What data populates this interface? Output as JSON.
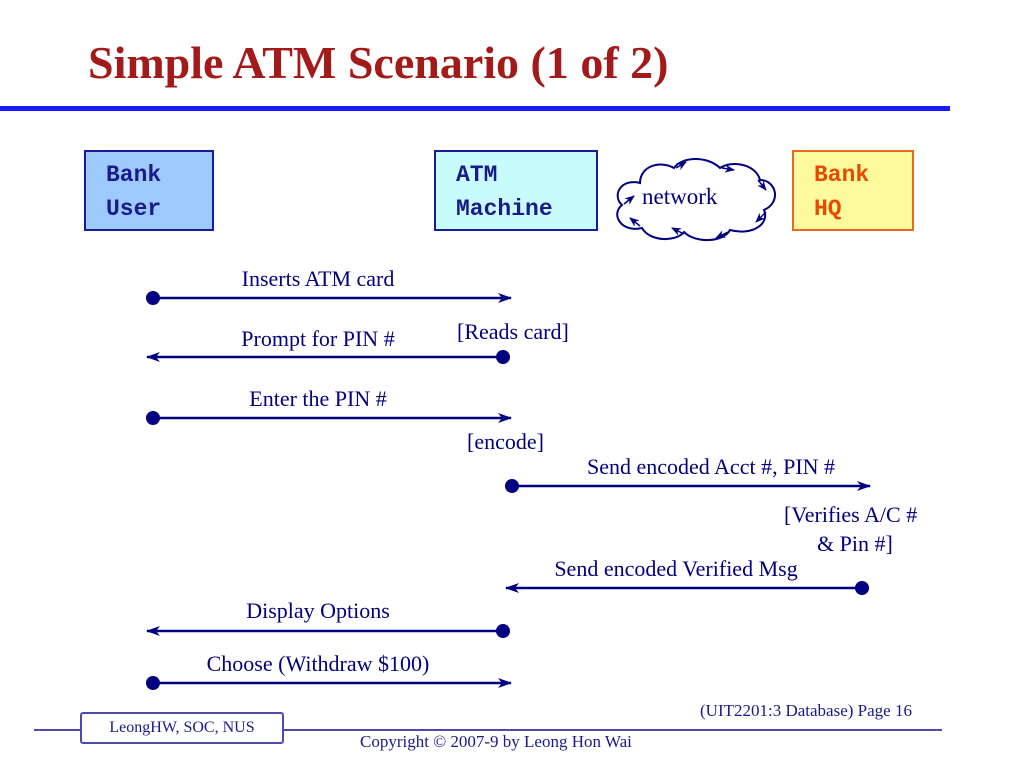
{
  "slide": {
    "title": "Simple ATM Scenario (1 of 2)"
  },
  "actors": {
    "bank_user": "Bank\nUser",
    "atm_machine": "ATM\nMachine",
    "network": "network",
    "bank_hq": "Bank\nHQ"
  },
  "messages": {
    "m1": "Inserts ATM card",
    "m2": "Prompt for PIN #",
    "m3": "Enter the PIN #",
    "m4": "Send encoded Acct #, PIN #",
    "m5": "Send encoded Verified Msg",
    "m6": "Display Options",
    "m7": "Choose (Withdraw $100)"
  },
  "notes": {
    "reads_card": "[Reads card]",
    "encode": "[encode]",
    "verifies_line1": "[Verifies A/C #",
    "verifies_line2": "& Pin #]"
  },
  "footer": {
    "author": "LeongHW, SOC, NUS",
    "page": "(UIT2201:3 Database) Page 16",
    "copyright": "Copyright © 2007-9 by Leong Hon Wai"
  },
  "colors": {
    "title": "#a31a1a",
    "rule": "#1a1aff",
    "arrow": "#000080",
    "user_box": "#9ccafc",
    "atm_box": "#c8fcfc",
    "hq_box": "#fcfa9c"
  }
}
